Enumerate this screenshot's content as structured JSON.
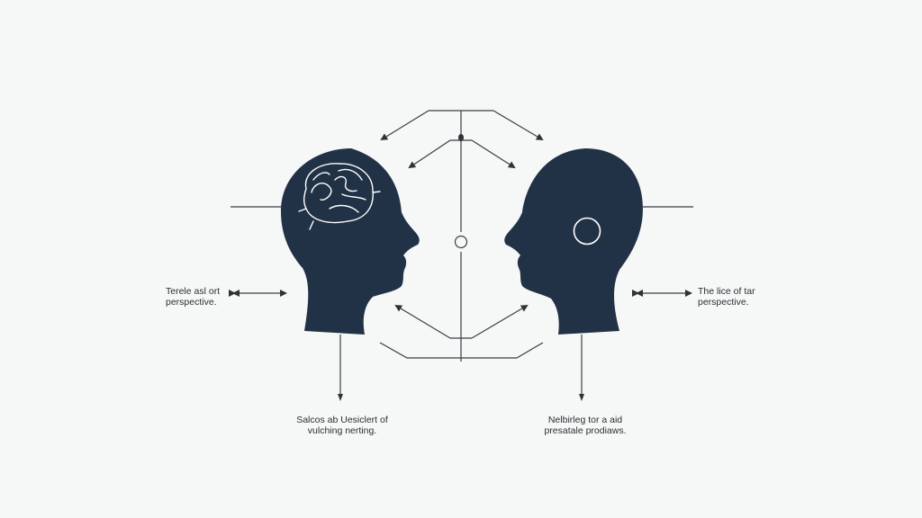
{
  "diagram": {
    "title": "Two perspectives – head silhouettes diagram",
    "colors": {
      "background": "#f6f7f7",
      "head_fill": "#213246",
      "line": "#3a3f45",
      "accent_white": "#ffffff"
    },
    "nodes": {
      "left_head": {
        "icon": "head-with-brain-icon",
        "facing": "right"
      },
      "right_head": {
        "icon": "head-with-circle-icon",
        "facing": "left"
      },
      "center_node": {
        "icon": "open-circle-icon"
      }
    },
    "labels": {
      "left": {
        "line1": "Terele asl ort",
        "line2": "perspective."
      },
      "right": {
        "line1": "The lice of tar",
        "line2": "perspective."
      },
      "bottom_left": {
        "line1": "Salcos ab Uesiclert of",
        "line2": "vulching nerting."
      },
      "bottom_right": {
        "line1": "Nelbirleg tor a aid",
        "line2": "presatale prodiaws."
      }
    }
  }
}
